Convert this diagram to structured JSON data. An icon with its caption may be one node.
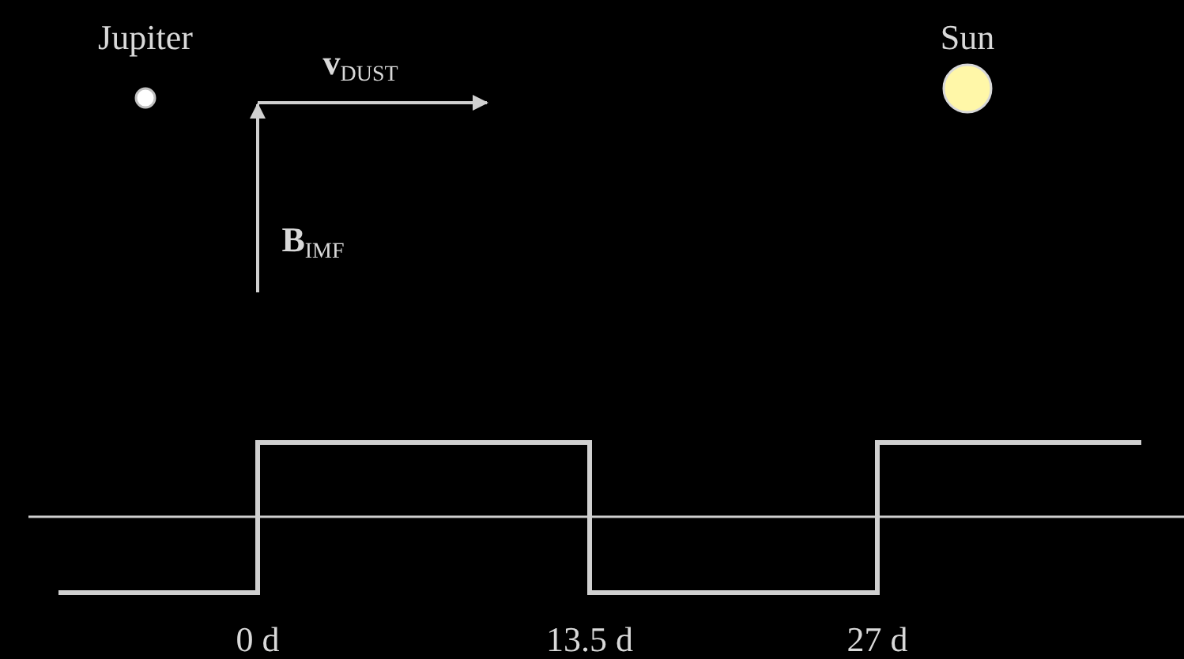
{
  "diagram": {
    "nodes": [
      {
        "text": [
          "Jupiter"
        ]
      },
      {
        "text": [
          "Sun"
        ]
      }
    ],
    "labels": [
      "**v**$_{DUST}$",
      "**B**$_{IMF}$",
      "0 d",
      "13.5 d",
      "27 d"
    ]
  }
}
